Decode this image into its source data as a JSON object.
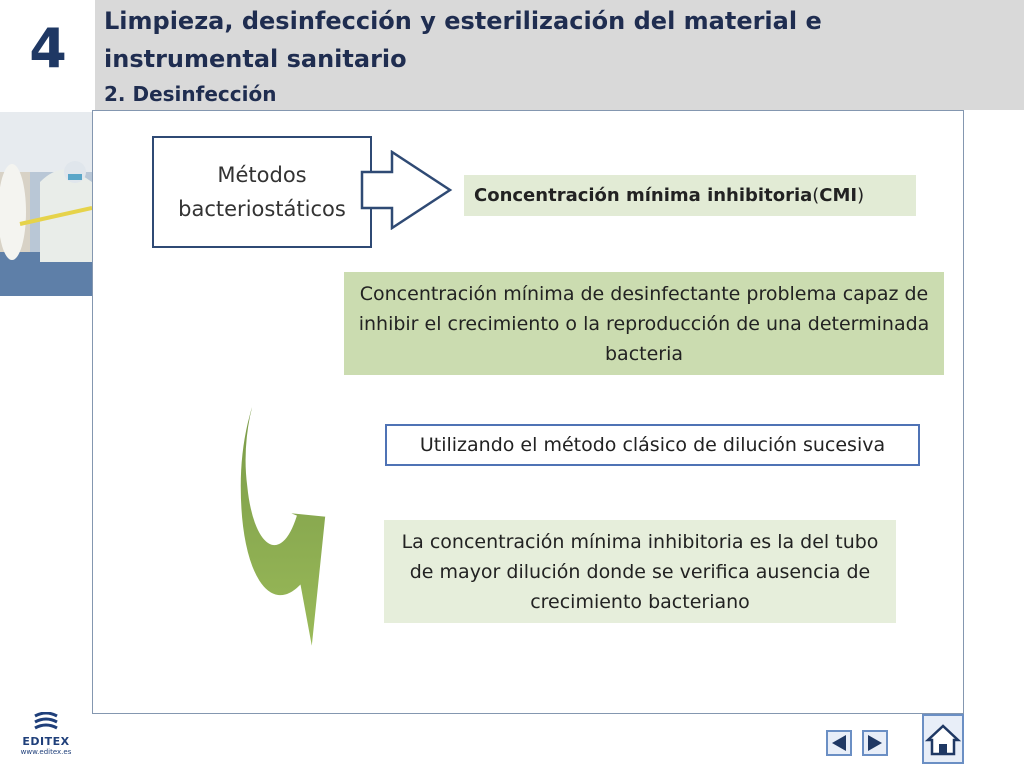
{
  "header": {
    "chapter_number": "4",
    "title": "Limpieza, desinfección y esterilización del material e instrumental sanitario",
    "subtitle": "2. Desinfección"
  },
  "diagram": {
    "metodos_label": "Métodos bacteriostáticos",
    "cmi_bold_1": "Concentración mínima inhibitoria",
    "cmi_paren_open": " (",
    "cmi_bold_2": "CMI",
    "cmi_paren_close": ")",
    "definition": "Concentración mínima de desinfectante problema capaz de inhibir el crecimiento o la reproducción de una determinada bacteria",
    "method": "Utilizando el método clásico de dilución sucesiva",
    "conclusion": "La concentración mínima inhibitoria es la del tubo de mayor dilución donde se verifica ausencia de crecimiento bacteriano"
  },
  "footer": {
    "logo_text": "EDITEX",
    "logo_url": "www.editex.es"
  },
  "navigation": {
    "prev_icon": "triangle-left-icon",
    "next_icon": "triangle-right-icon",
    "home_icon": "home-icon"
  },
  "colors": {
    "header_band": "#d9d9d9",
    "title_text": "#1f2d50",
    "metodos_border": "#2f4a74",
    "cmi_fill": "#e2ebd5",
    "definition_fill": "#cbdcb0",
    "method_border": "#4f73b5",
    "conclusion_fill": "#e6eedb",
    "curve_arrow_dark": "#6e8f42",
    "curve_arrow_light": "#9bbb59"
  }
}
